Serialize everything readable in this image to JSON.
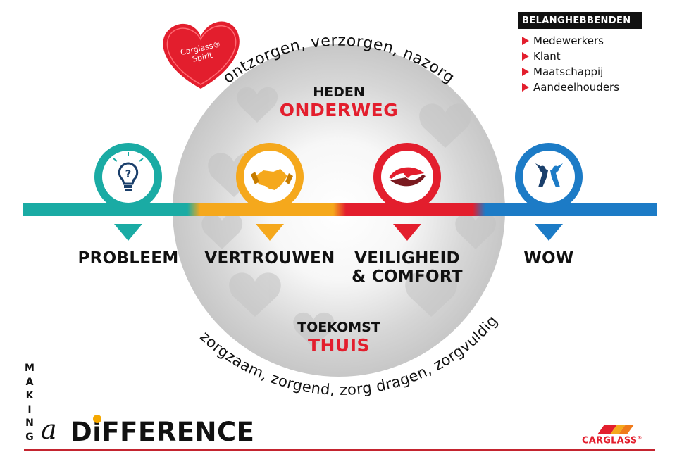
{
  "spirit_badge": {
    "line1": "Carglass®",
    "line2": "Spirit",
    "color": "#e31e2d"
  },
  "arc_top": "ontzorgen, verzorgen, nazorg",
  "arc_bottom": "zorgzaam, zorgend, zorg dragen, zorgvuldig",
  "heden": {
    "label": "HEDEN",
    "word": "ONDERWEG"
  },
  "toekomst": {
    "label": "TOEKOMST",
    "word": "THUIS"
  },
  "stages": [
    {
      "label_lines": [
        "PROBLEEM"
      ],
      "icon": "lightbulb-question-icon",
      "color": "#1aaba4"
    },
    {
      "label_lines": [
        "VERTROUWEN"
      ],
      "icon": "handshake-icon",
      "color": "#f5a81c"
    },
    {
      "label_lines": [
        "VEILIGHEID",
        "& COMFORT"
      ],
      "icon": "caring-hands-icon",
      "color": "#e31e2d"
    },
    {
      "label_lines": [
        "WOW"
      ],
      "icon": "cheering-people-icon",
      "color": "#1c7bc6"
    }
  ],
  "stakeholders": {
    "title": "BELANGHEBBENDEN",
    "items": [
      "Medewerkers",
      "Klant",
      "Maatschappij",
      "Aandeelhouders"
    ]
  },
  "making": [
    "M",
    "A",
    "K",
    "I",
    "N",
    "G"
  ],
  "difference": {
    "a": "a",
    "d": "D",
    "i": "i",
    "rest": "FFERENCE"
  },
  "brand": {
    "name": "CARGLASS",
    "trademark": "®"
  },
  "colors": {
    "red": "#e31e2d",
    "dark": "#111111",
    "grey": "#cfcfcf"
  }
}
